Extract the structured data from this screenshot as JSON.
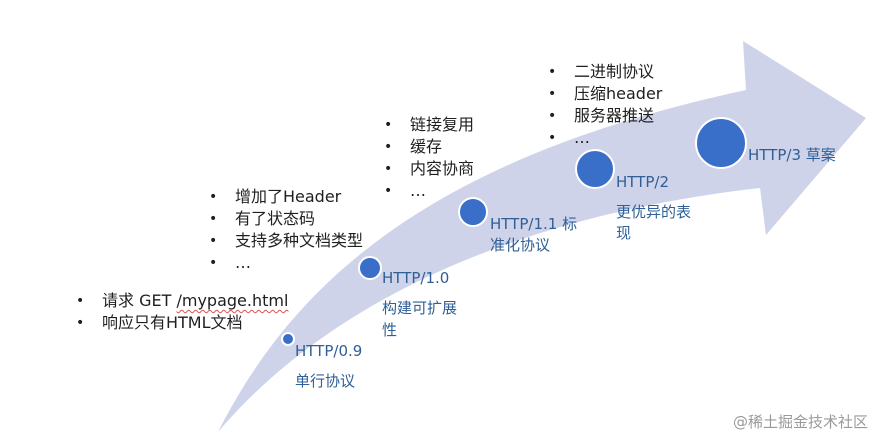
{
  "diagram": {
    "type": "evolution-arrow",
    "colors": {
      "arrow_fill": "#ced3ea",
      "dot_fill": "#3a6fc9",
      "version_text": "#2e5f96",
      "bullet_text": "#1f1f1f",
      "watermark_text": "#9a9a9a"
    },
    "milestones": [
      {
        "version": "HTTP/0.9",
        "description": "单行协议",
        "features": [
          "请求 GET /mypage.html",
          "响应只有HTML文档"
        ]
      },
      {
        "version": "HTTP/1.0",
        "description": "构建可扩展性",
        "features": [
          "增加了Header",
          "有了状态码",
          "支持多种文档类型",
          "…"
        ]
      },
      {
        "version": "HTTP/1.1 标准化协议",
        "description": "",
        "features": [
          "链接复用",
          "缓存",
          "内容协商",
          "…"
        ]
      },
      {
        "version": "HTTP/2",
        "description": "更优异的表现",
        "features": [
          "二进制协议",
          "压缩header",
          "服务器推送",
          "…"
        ]
      },
      {
        "version": "HTTP/3 草案",
        "description": "",
        "features": []
      }
    ]
  },
  "labels": {
    "v09": "HTTP/0.9",
    "v09_desc": "单行协议",
    "v10": "HTTP/1.0",
    "v10_desc_line1": "构建可扩展",
    "v10_desc_line2": "性",
    "v11_line1": "HTTP/1.1 标",
    "v11_line2": "准化协议",
    "v2": "HTTP/2",
    "v2_desc_line1": "更优异的表",
    "v2_desc_line2": "现",
    "v3": "HTTP/3 草案"
  },
  "bullets": {
    "v09": [
      "请求 GET ",
      "/mypage.html",
      "响应只有HTML文档"
    ],
    "v10": [
      "增加了Header",
      "有了状态码",
      "支持多种文档类型",
      "…"
    ],
    "v11": [
      "链接复用",
      "缓存",
      "内容协商",
      "…"
    ],
    "v2": [
      "二进制协议",
      "压缩header",
      "服务器推送",
      "…"
    ]
  },
  "watermark": "@稀土掘金技术社区"
}
